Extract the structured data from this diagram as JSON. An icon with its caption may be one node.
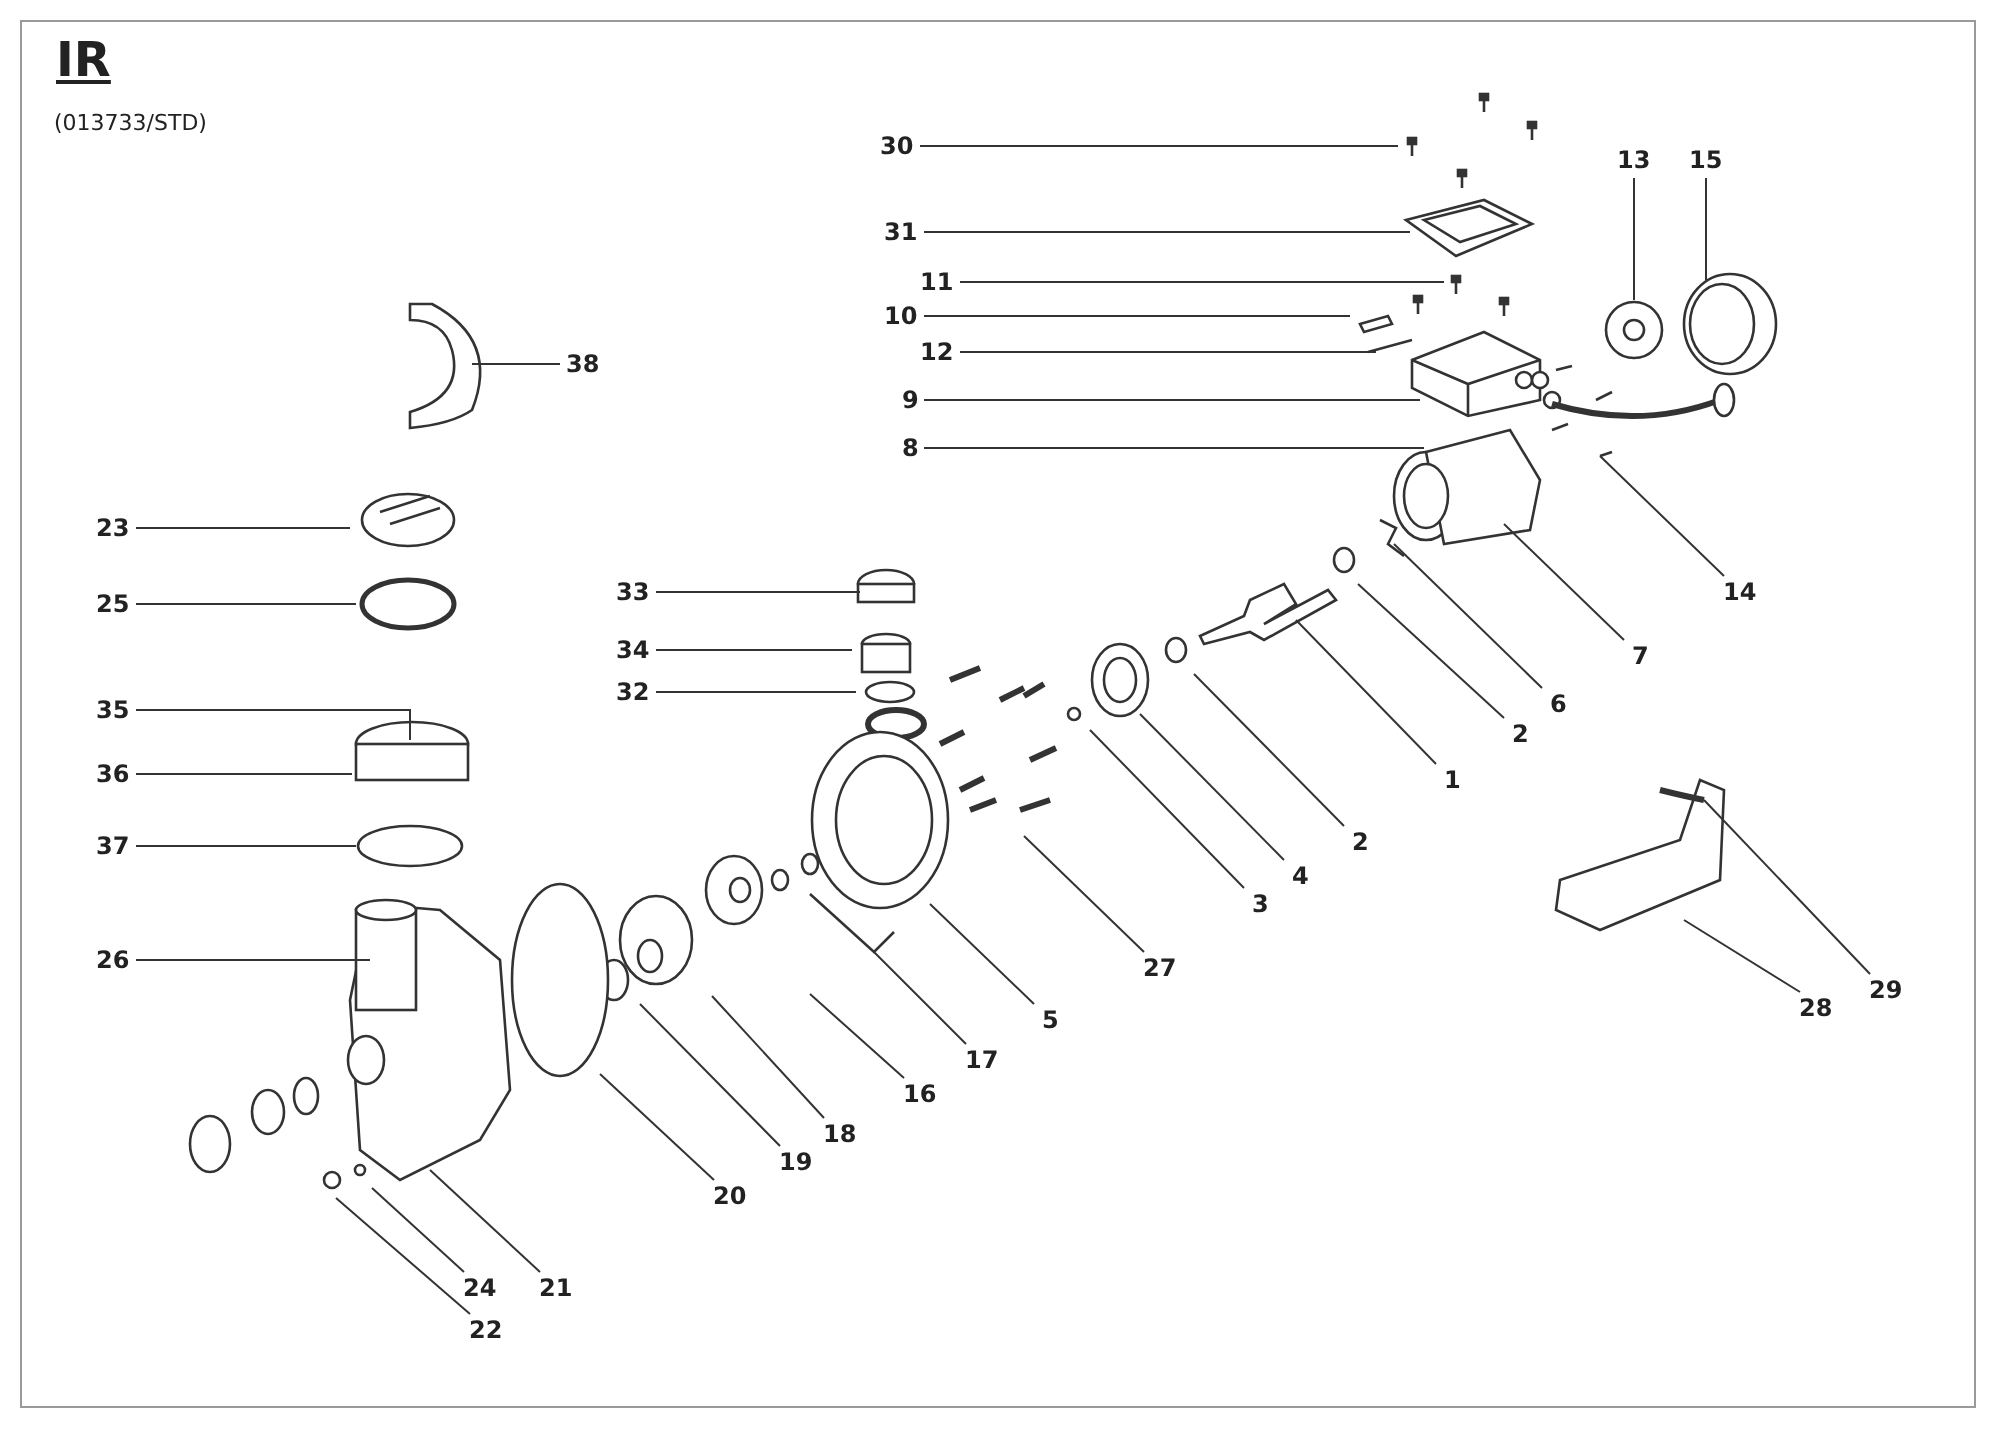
{
  "diagram": {
    "title": "IR",
    "nodes": [
      {
        "text": [
          "30"
        ]
      },
      {
        "text": [
          "31"
        ]
      },
      {
        "text": [
          "13"
        ]
      },
      {
        "text": [
          "15"
        ]
      },
      {
        "text": [
          "11"
        ]
      },
      {
        "text": [
          "10"
        ]
      },
      {
        "text": [
          "12"
        ]
      },
      {
        "text": [
          "38"
        ]
      },
      {
        "text": [
          "9"
        ]
      },
      {
        "text": [
          "8"
        ]
      },
      {
        "text": [
          "23"
        ]
      },
      {
        "text": [
          "33"
        ]
      },
      {
        "text": [
          "14"
        ]
      },
      {
        "text": [
          "25"
        ]
      },
      {
        "text": [
          "34"
        ]
      },
      {
        "text": [
          "7"
        ]
      },
      {
        "text": [
          "32"
        ]
      },
      {
        "text": [
          "6"
        ]
      },
      {
        "text": [
          "35"
        ]
      },
      {
        "text": [
          "2"
        ]
      },
      {
        "text": [
          "36"
        ]
      },
      {
        "text": [
          "1"
        ]
      },
      {
        "text": [
          "2"
        ]
      },
      {
        "text": [
          "37"
        ]
      },
      {
        "text": [
          "4"
        ]
      },
      {
        "text": [
          "3"
        ]
      },
      {
        "text": [
          "27"
        ]
      },
      {
        "text": [
          "26"
        ]
      },
      {
        "text": [
          "29"
        ]
      },
      {
        "text": [
          "5"
        ]
      },
      {
        "text": [
          "28"
        ]
      },
      {
        "text": [
          "17"
        ]
      },
      {
        "text": [
          "16"
        ]
      },
      {
        "text": [
          "18"
        ]
      },
      {
        "text": [
          "19"
        ]
      },
      {
        "text": [
          "20"
        ]
      },
      {
        "text": [
          "21"
        ]
      },
      {
        "text": [
          "24"
        ]
      },
      {
        "text": [
          "22"
        ]
      }
    ],
    "edges": [
      {
        "from": 0,
        "to": null,
        "arrow": "none"
      },
      {
        "from": 1,
        "to": null,
        "arrow": "none"
      },
      {
        "from": 2,
        "to": null,
        "arrow": "none"
      },
      {
        "from": 3,
        "to": null,
        "arrow": "none"
      },
      {
        "from": 4,
        "to": null,
        "arrow": "none"
      },
      {
        "from": 5,
        "to": null,
        "arrow": "none"
      },
      {
        "from": 6,
        "to": null,
        "arrow": "none"
      },
      {
        "from": 7,
        "to": null,
        "arrow": "none"
      },
      {
        "from": 8,
        "to": null,
        "arrow": "none"
      },
      {
        "from": 9,
        "to": null,
        "arrow": "none"
      },
      {
        "from": 10,
        "to": null,
        "arrow": "none"
      },
      {
        "from": 11,
        "to": null,
        "arrow": "none"
      },
      {
        "from": 12,
        "to": null,
        "arrow": "none"
      },
      {
        "from": 13,
        "to": null,
        "arrow": "none"
      },
      {
        "from": 14,
        "to": null,
        "arrow": "none"
      },
      {
        "from": 15,
        "to": null,
        "arrow": "none"
      },
      {
        "from": 16,
        "to": null,
        "arrow": "none"
      },
      {
        "from": 17,
        "to": null,
        "arrow": "none"
      },
      {
        "from": 18,
        "to": null,
        "arrow": "none"
      },
      {
        "from": 19,
        "to": null,
        "arrow": "none"
      },
      {
        "from": 20,
        "to": null,
        "arrow": "none"
      },
      {
        "from": 21,
        "to": null,
        "arrow": "none"
      },
      {
        "from": 22,
        "to": null,
        "arrow": "none"
      },
      {
        "from": 23,
        "to": null,
        "arrow": "none"
      },
      {
        "from": 24,
        "to": null,
        "arrow": "none"
      },
      {
        "from": 25,
        "to": null,
        "arrow": "none"
      },
      {
        "from": 26,
        "to": null,
        "arrow": "none"
      },
      {
        "from": 27,
        "to": null,
        "arrow": "none"
      },
      {
        "from": 28,
        "to": null,
        "arrow": "none"
      },
      {
        "from": 29,
        "to": null,
        "arrow": "none"
      },
      {
        "from": 30,
        "to": null,
        "arrow": "none"
      },
      {
        "from": 31,
        "to": null,
        "arrow": "none"
      },
      {
        "from": 32,
        "to": null,
        "arrow": "none"
      },
      {
        "from": 33,
        "to": null,
        "arrow": "none"
      },
      {
        "from": 34,
        "to": null,
        "arrow": "none"
      },
      {
        "from": 35,
        "to": null,
        "arrow": "none"
      },
      {
        "from": 36,
        "to": null,
        "arrow": "none"
      },
      {
        "from": 37,
        "to": null,
        "arrow": "none"
      },
      {
        "from": 38,
        "to": null,
        "arrow": "none"
      }
    ],
    "labels": [
      "(013733/STD)"
    ]
  }
}
